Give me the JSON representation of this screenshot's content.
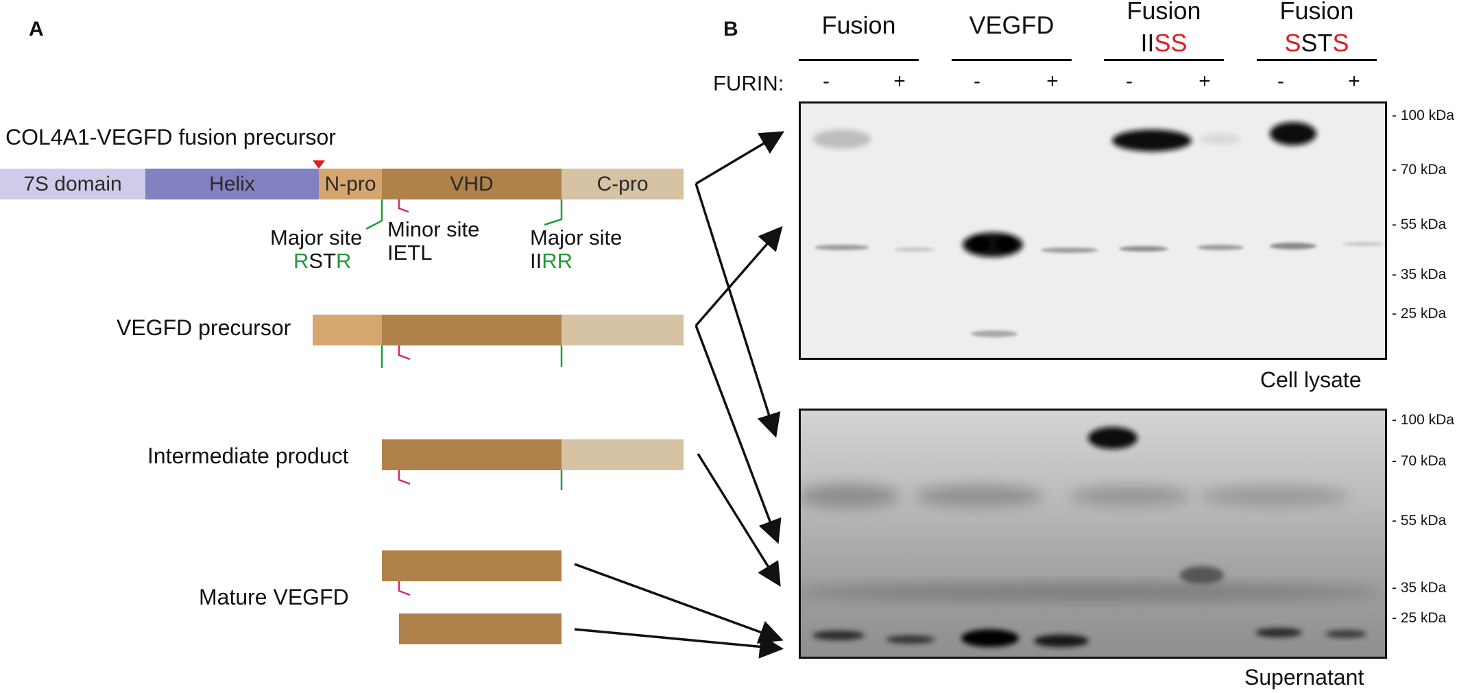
{
  "panel_a": {
    "letter": "A",
    "fusion_title": "COL4A1-VEGFD fusion precursor",
    "segments": {
      "s7": "7S domain",
      "helix": "Helix",
      "npro": "N-pro",
      "vhd": "VHD",
      "cpro": "C-pro"
    },
    "sites": {
      "major1_title": "Major site",
      "major1_seq": [
        {
          "t": "R",
          "c": "green"
        },
        {
          "t": "ST",
          "c": "black"
        },
        {
          "t": "R",
          "c": "green"
        }
      ],
      "minor_title": "Minor site",
      "minor_seq": "IETL",
      "major2_title": "Major site",
      "major2_seq": [
        {
          "t": "II",
          "c": "black"
        },
        {
          "t": "RR",
          "c": "green"
        }
      ]
    },
    "precursor_label": "VEGFD precursor",
    "intermediate_label": "Intermediate product",
    "mature_label": "Mature VEGFD",
    "colors": {
      "s7": "#cfcce9",
      "helix": "#8380c0",
      "npro": "#d6a671",
      "vhd": "#b0824b",
      "cpro": "#d5c3a3",
      "major_site_tick": "#1f9a3a",
      "minor_site_tick": "#e0207a",
      "cleavage_marker": "#e31b23"
    }
  },
  "panel_b": {
    "letter": "B",
    "furin_label": "FURIN:",
    "groups": [
      {
        "line1": "Fusion",
        "line2": []
      },
      {
        "line1": "VEGFD",
        "line2": []
      },
      {
        "line1": "Fusion",
        "line2": [
          {
            "t": "II",
            "c": "black"
          },
          {
            "t": "SS",
            "c": "red"
          }
        ]
      },
      {
        "line1": "Fusion",
        "line2": [
          {
            "t": "S",
            "c": "red"
          },
          {
            "t": "ST",
            "c": "black"
          },
          {
            "t": "S",
            "c": "red"
          }
        ]
      }
    ],
    "lane_signs": [
      "-",
      "+",
      "-",
      "+",
      "-",
      "+",
      "-",
      "+"
    ],
    "cell_lysate": {
      "caption": "Cell lysate",
      "markers": [
        "100 kDa",
        "70 kDa",
        "55 kDa",
        "35 kDa",
        "25 kDa"
      ]
    },
    "supernatant": {
      "caption": "Supernatant",
      "markers": [
        "100 kDa",
        "70 kDa",
        "55 kDa",
        "35 kDa",
        "25 kDa"
      ]
    }
  }
}
